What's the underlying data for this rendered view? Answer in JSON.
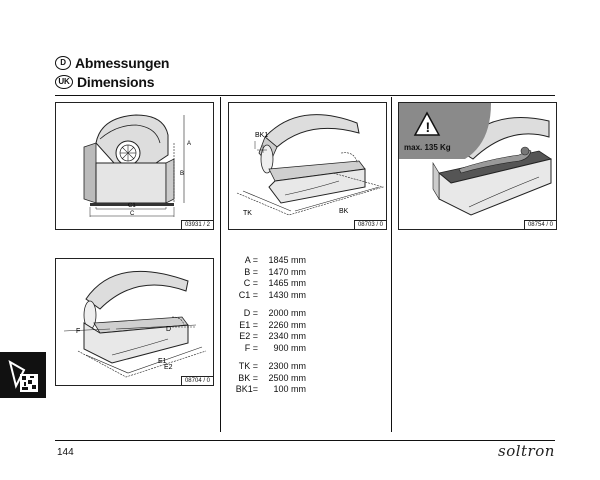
{
  "header": {
    "de_badge": "D",
    "de_title": "Abmessungen",
    "uk_badge": "UK",
    "uk_title": "Dimensions"
  },
  "figures": {
    "fig1": {
      "code": "03931 / 2",
      "labels": {
        "a": "A",
        "b": "B",
        "c": "C",
        "c1": "C1"
      }
    },
    "fig2": {
      "code": "08703 / 0",
      "labels": {
        "bk1": "BK1",
        "tk": "TK",
        "bk": "BK"
      }
    },
    "fig3": {
      "code": "08754 / 0",
      "warning": "max. 135 Kg"
    },
    "fig4": {
      "code": "08704 / 0",
      "labels": {
        "f": "F",
        "d": "D",
        "e1": "E1",
        "e2": "E2"
      }
    }
  },
  "dimensions": [
    [
      {
        "label": "A =",
        "value": "1845 mm"
      },
      {
        "label": "B =",
        "value": "1470 mm"
      },
      {
        "label": "C =",
        "value": "1465 mm"
      },
      {
        "label": "C1 =",
        "value": "1430 mm"
      }
    ],
    [
      {
        "label": "D =",
        "value": "2000 mm"
      },
      {
        "label": "E1 =",
        "value": "2260 mm"
      },
      {
        "label": "E2 =",
        "value": "2340 mm"
      },
      {
        "label": "F =",
        "value": "900 mm"
      }
    ],
    [
      {
        "label": "TK =",
        "value": "2300 mm"
      },
      {
        "label": "BK =",
        "value": "2500 mm"
      },
      {
        "label": "BK1=",
        "value": "100 mm"
      }
    ]
  ],
  "footer": {
    "page_number": "144",
    "brand": "soltron"
  },
  "icons": {
    "side_tab": "qr-code-icon",
    "warning": "warning-triangle-icon"
  }
}
